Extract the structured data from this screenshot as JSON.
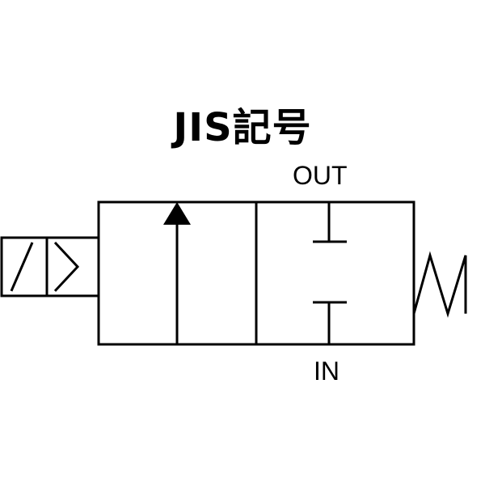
{
  "title": "JIS記号",
  "ports": {
    "out": "OUT",
    "in": "IN"
  },
  "colors": {
    "stroke": "#000000",
    "background": "#ffffff"
  }
}
